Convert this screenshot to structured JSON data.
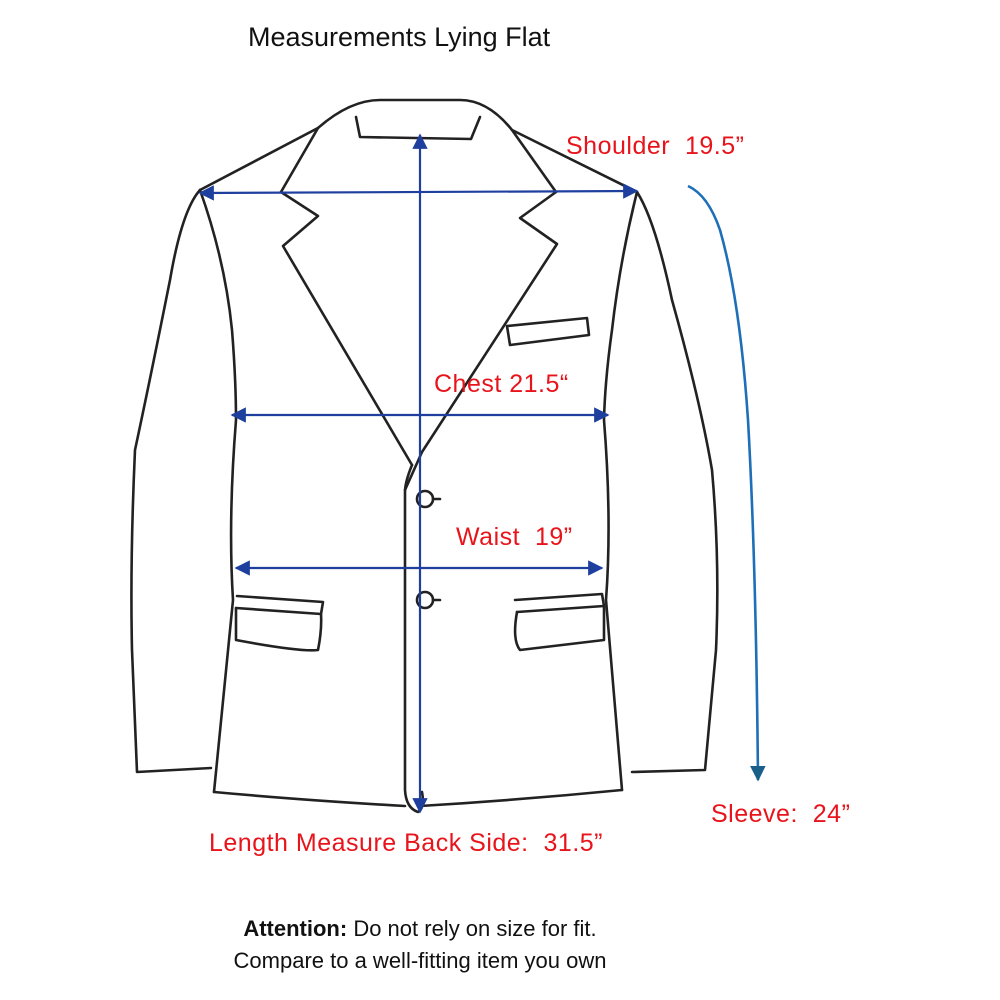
{
  "title": "Measurements Lying Flat",
  "measurements": {
    "shoulder": "Shoulder  19.5”",
    "chest": "Chest 21.5“",
    "waist": "Waist  19”",
    "sleeve": "Sleeve:  24”",
    "length": "Length Measure Back Side:  31.5”"
  },
  "note": {
    "emphasis": "Attention:",
    "line1": " Do not rely on size for fit.",
    "line2": "Compare to a well-fitting item you own"
  },
  "colors": {
    "label": "#e8141b",
    "arrow": "#1f3f9e",
    "sleeve_arrow": "#1e6fb8",
    "outline": "#222222"
  }
}
